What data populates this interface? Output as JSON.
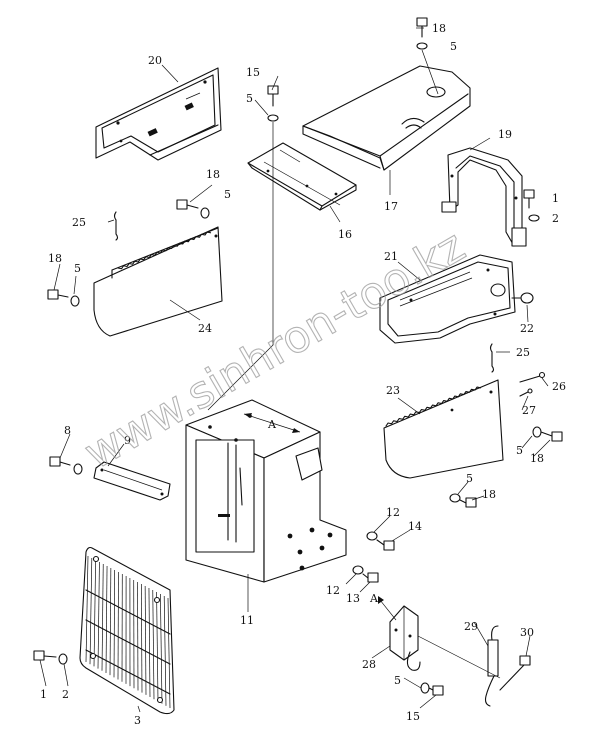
{
  "diagram": {
    "callouts": [
      {
        "id": "c20a",
        "text": "20"
      },
      {
        "id": "c15a",
        "text": "15"
      },
      {
        "id": "c5a",
        "text": "5"
      },
      {
        "id": "c18a",
        "text": "18"
      },
      {
        "id": "c5b",
        "text": "5"
      },
      {
        "id": "c19",
        "text": "19"
      },
      {
        "id": "c1a",
        "text": "1"
      },
      {
        "id": "c2a",
        "text": "2"
      },
      {
        "id": "c17",
        "text": "17"
      },
      {
        "id": "c16",
        "text": "16"
      },
      {
        "id": "c18b",
        "text": "18"
      },
      {
        "id": "c5c",
        "text": "5"
      },
      {
        "id": "c25a",
        "text": "25"
      },
      {
        "id": "c18c",
        "text": "18"
      },
      {
        "id": "c5d",
        "text": "5"
      },
      {
        "id": "c24",
        "text": "24"
      },
      {
        "id": "c21",
        "text": "21"
      },
      {
        "id": "c22",
        "text": "22"
      },
      {
        "id": "c25b",
        "text": "25"
      },
      {
        "id": "c23",
        "text": "23"
      },
      {
        "id": "c26",
        "text": "26"
      },
      {
        "id": "c27",
        "text": "27"
      },
      {
        "id": "c5e",
        "text": "5"
      },
      {
        "id": "c18d",
        "text": "18"
      },
      {
        "id": "c8",
        "text": "8"
      },
      {
        "id": "c9",
        "text": "9"
      },
      {
        "id": "cA1",
        "text": "A"
      },
      {
        "id": "c5f",
        "text": "5"
      },
      {
        "id": "c18e",
        "text": "18"
      },
      {
        "id": "c12a",
        "text": "12"
      },
      {
        "id": "c14",
        "text": "14"
      },
      {
        "id": "c12b",
        "text": "12"
      },
      {
        "id": "c13",
        "text": "13"
      },
      {
        "id": "c11",
        "text": "11"
      },
      {
        "id": "cA2",
        "text": "A"
      },
      {
        "id": "c29",
        "text": "29"
      },
      {
        "id": "c30",
        "text": "30"
      },
      {
        "id": "c28",
        "text": "28"
      },
      {
        "id": "c1b",
        "text": "1"
      },
      {
        "id": "c2b",
        "text": "2"
      },
      {
        "id": "c3",
        "text": "3"
      },
      {
        "id": "c5g",
        "text": "5"
      },
      {
        "id": "c15b",
        "text": "15"
      }
    ],
    "watermark": "www.sinhron-too.kz"
  }
}
